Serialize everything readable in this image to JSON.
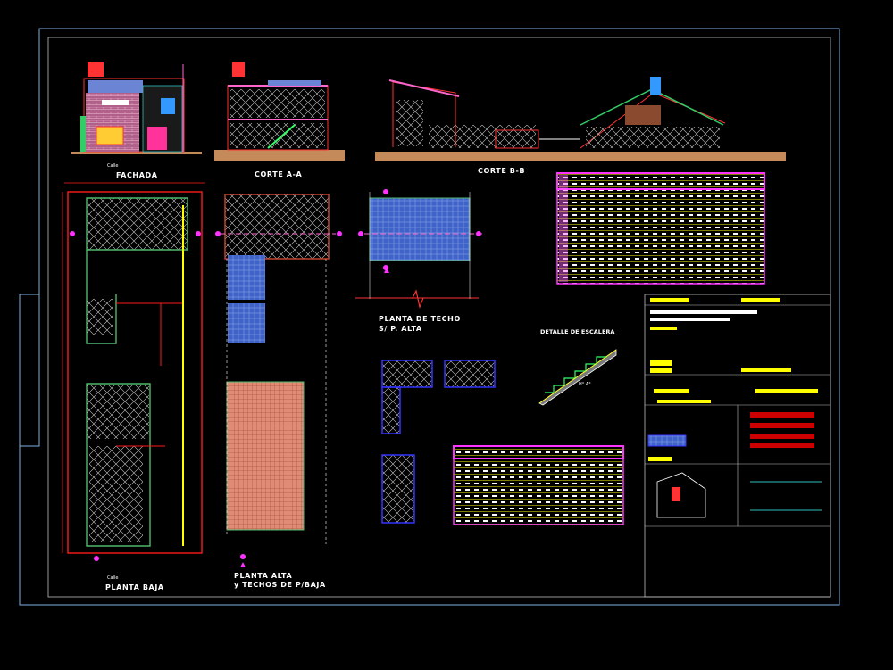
{
  "drawing": {
    "labels": {
      "fachada": "FACHADA",
      "corte_aa": "CORTE A-A",
      "corte_bb": "CORTE B-B",
      "planta_baja": "PLANTA BAJA",
      "planta_alta_1": "PLANTA ALTA",
      "planta_alta_2": "y TECHOS DE P/BAJA",
      "planta_techo_1": "PLANTA DE TECHO",
      "planta_techo_2": "S/ P. ALTA",
      "detalle_escalera": "DETALLE DE ESCALERA",
      "calle_top": "Calle",
      "calle_bottom": "Calle",
      "stair_note": "H° A°"
    },
    "colors": {
      "background": "#000000",
      "frame": "#7fb2e6",
      "wall": "#ff1a1a",
      "partition": "#4fb86b",
      "text": "#ffffff",
      "highlight": "#ffff00",
      "table_header": "#ff33ff",
      "roof_fill": "#3f63c8",
      "floor_fill": "#e08c74",
      "ground": "#c58a5a"
    },
    "icons": [
      "section-marker-icon",
      "north-arrow-icon",
      "break-line-icon"
    ]
  }
}
